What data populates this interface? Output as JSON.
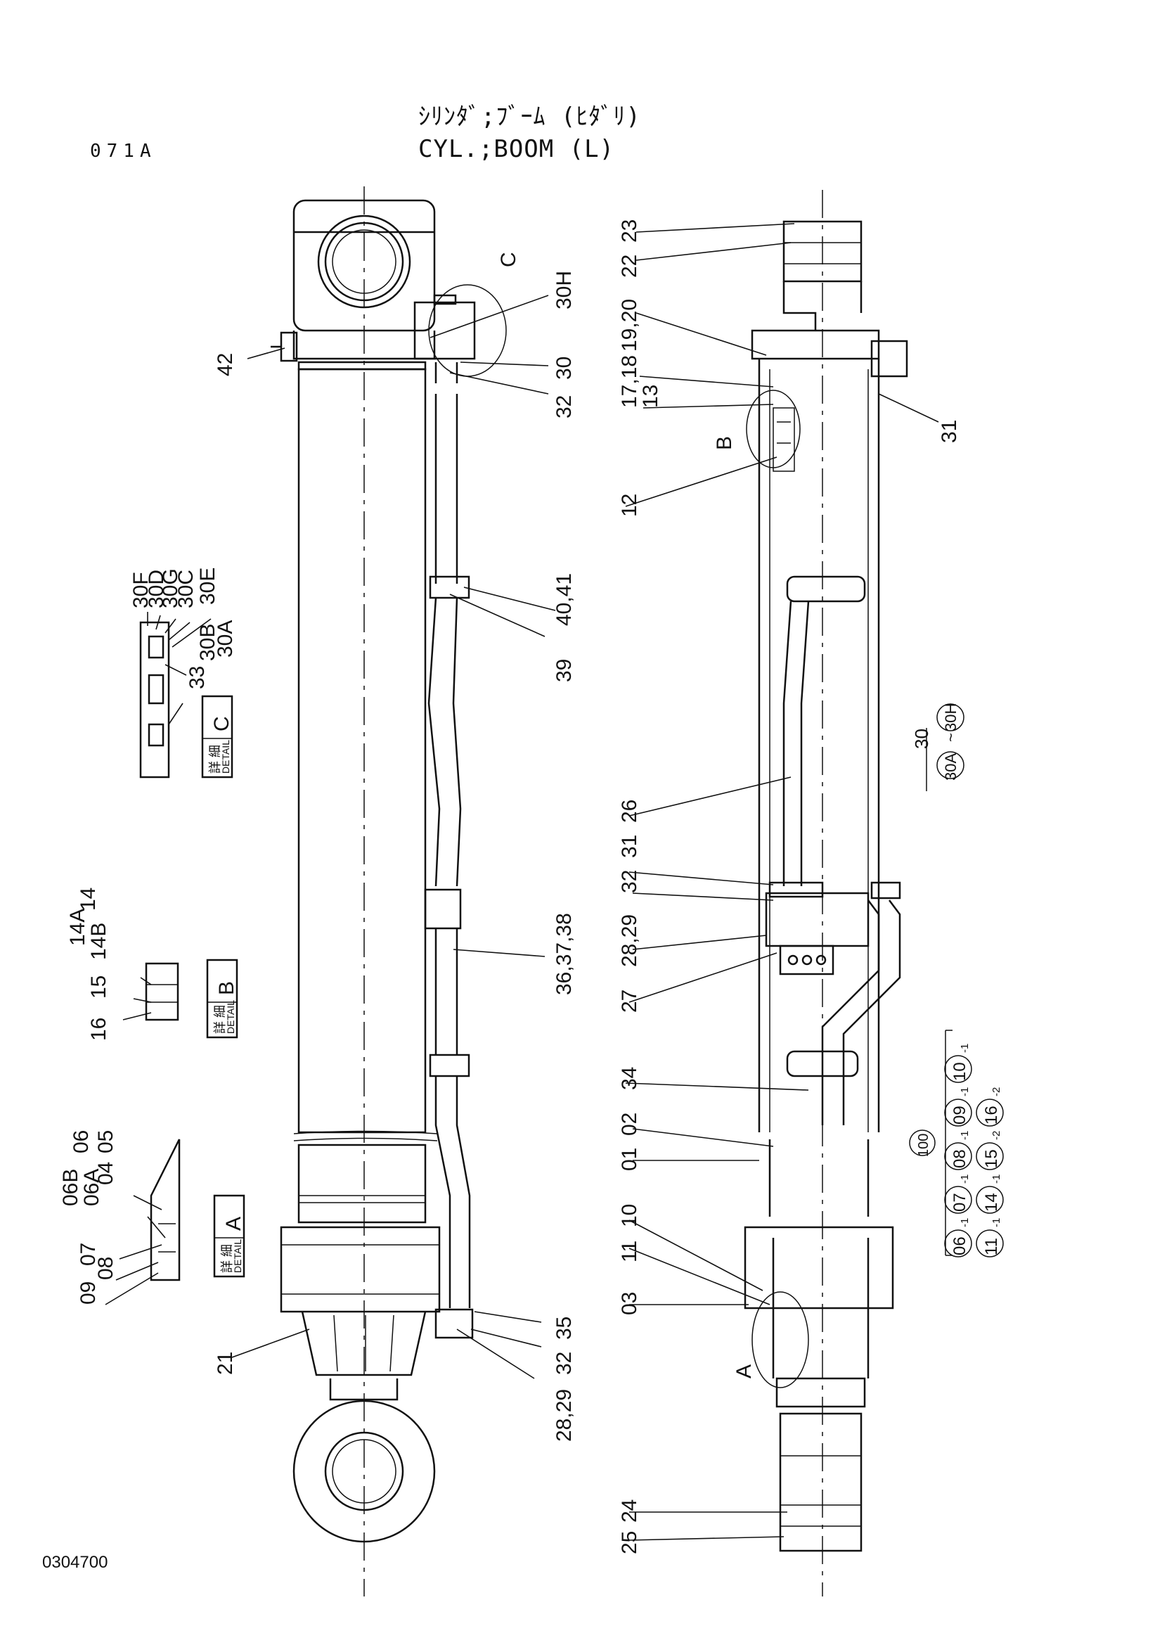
{
  "header": {
    "title_jp": "ｼﾘﾝﾀﾞ;ﾌﾞｰﾑ (ﾋﾀﾞﾘ)",
    "title_en": "CYL.;BOOM (L)",
    "page_code": "071A"
  },
  "footer": {
    "drawing_number": "0304700"
  },
  "detail_boxes": {
    "detail_a": {
      "kanji": "詳 細",
      "label": "DETAIL",
      "letter": "A"
    },
    "detail_b": {
      "kanji": "詳 細",
      "label": "DETAIL",
      "letter": "B"
    },
    "detail_c": {
      "kanji": "詳 細",
      "label": "DETAIL",
      "letter": "C"
    }
  },
  "callout_letters": {
    "a": "A",
    "b": "B",
    "c": "C"
  },
  "part_labels": {
    "left_view": [
      "42",
      "30H",
      "30",
      "32",
      "40,41",
      "39",
      "36,37,38",
      "35",
      "32",
      "28,29",
      "21"
    ],
    "right_view": [
      "23",
      "22",
      "19,20",
      "17,18",
      "13",
      "31",
      "12",
      "26",
      "31",
      "32",
      "28,29",
      "27",
      "34",
      "02",
      "01",
      "10",
      "11",
      "03",
      "24",
      "25"
    ],
    "detail_a": [
      "06B",
      "06A",
      "06",
      "04",
      "05",
      "07",
      "08",
      "09"
    ],
    "detail_b": [
      "14A",
      "14B",
      "14",
      "15",
      "16"
    ],
    "detail_c": [
      "30F",
      "30D",
      "30G",
      "30C",
      "30E",
      "30B",
      "30A",
      "33"
    ]
  },
  "kit_30": {
    "number": "30",
    "range_start": "30A",
    "range_tilde": "~",
    "range_end": "30H"
  },
  "kit_100": {
    "number": "100",
    "row1": [
      {
        "part": "06",
        "qty": "1"
      },
      {
        "part": "07",
        "qty": "1"
      },
      {
        "part": "08",
        "qty": "1"
      },
      {
        "part": "09",
        "qty": "1"
      },
      {
        "part": "10",
        "qty": "1"
      }
    ],
    "row2": [
      {
        "part": "11",
        "qty": "1"
      },
      {
        "part": "14",
        "qty": "1"
      },
      {
        "part": "15",
        "qty": "2"
      },
      {
        "part": "16",
        "qty": "2"
      }
    ]
  }
}
